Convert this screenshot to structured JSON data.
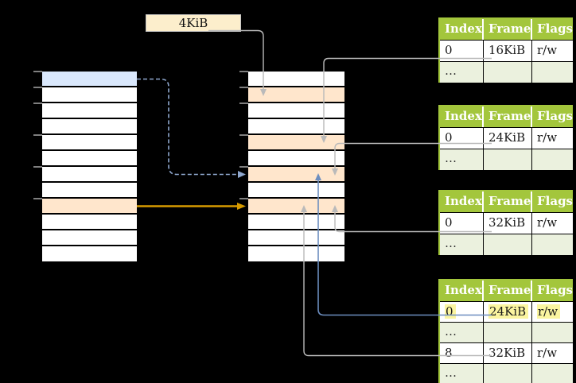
{
  "page_size_label": "4KiB",
  "colors": {
    "background": "#000000",
    "row_white": "#ffffff",
    "row_blue": "#dae8fc",
    "row_orange": "#ffe6cc",
    "label_fill": "#fceecc",
    "label_border": "#c6c6c6",
    "table_green": "#a3c63c",
    "table_light_green": "#ebf1de",
    "highlight_yellow": "#fbf5a0",
    "line_gray": "#bababa",
    "tick_gray": "#7f7f7f",
    "arrow_gold": "#d79b00",
    "arrow_blue": "#6c8ebf",
    "arrow_blue_light": "#8ea7ce",
    "text_dark": "#1a1a1a",
    "header_text": "#ffffff"
  },
  "memory_tables": {
    "virtual": {
      "rows": 12,
      "blue_rows": [
        0
      ],
      "orange_rows": [
        8
      ],
      "ticks": [
        0,
        1,
        2,
        4,
        6,
        8
      ]
    },
    "physical": {
      "rows": 12,
      "blue_rows": [],
      "orange_rows": [
        1,
        4,
        6,
        8
      ],
      "ticks": [
        0,
        1,
        2,
        4,
        6,
        8
      ]
    }
  },
  "frame_tables": [
    {
      "columns": [
        "Index",
        "Frame",
        "Flags"
      ],
      "rows": [
        [
          "0",
          "16KiB",
          "r/w"
        ],
        [
          "…",
          "",
          ""
        ]
      ]
    },
    {
      "columns": [
        "Index",
        "Frame",
        "Flags"
      ],
      "rows": [
        [
          "0",
          "24KiB",
          "r/w"
        ],
        [
          "…",
          "",
          ""
        ]
      ]
    },
    {
      "columns": [
        "Index",
        "Frame",
        "Flags"
      ],
      "rows": [
        [
          "0",
          "32KiB",
          "r/w"
        ],
        [
          "…",
          "",
          ""
        ]
      ]
    },
    {
      "columns": [
        "Index",
        "Frame",
        "Flags"
      ],
      "rows": [
        [
          "0",
          "24KiB",
          "r/w"
        ],
        [
          "…",
          "",
          ""
        ],
        [
          "8",
          "32KiB",
          "r/w"
        ],
        [
          "…",
          "",
          ""
        ]
      ],
      "highlighted_row": 0
    }
  ]
}
